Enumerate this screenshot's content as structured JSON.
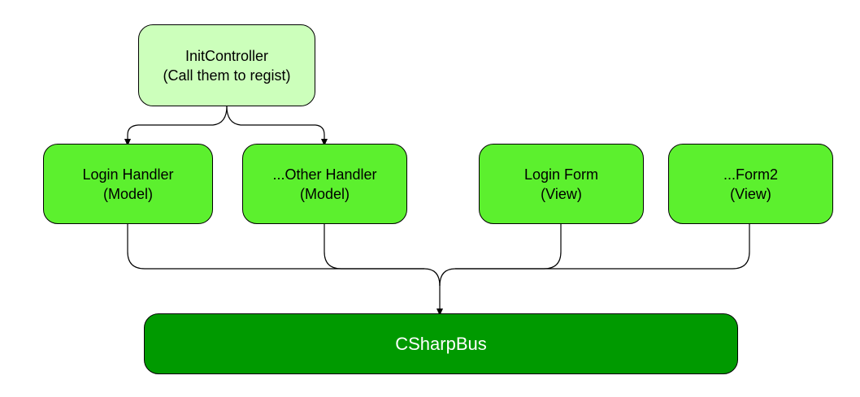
{
  "diagram": {
    "init_controller": {
      "title": "InitController",
      "subtitle": "(Call them to regist)"
    },
    "login_handler": {
      "title": "Login Handler",
      "subtitle": "(Model)"
    },
    "other_handler": {
      "title": "...Other Handler",
      "subtitle": "(Model)"
    },
    "login_form": {
      "title": "Login Form",
      "subtitle": "(View)"
    },
    "form2": {
      "title": "...Form2",
      "subtitle": "(View)"
    },
    "bus": {
      "title": "CSharpBus"
    },
    "colors": {
      "init_fill": "#ccffbb",
      "component_fill": "#5cf02e",
      "bus_fill": "#009a00",
      "bus_text": "#ffffff",
      "line": "#000000"
    }
  }
}
